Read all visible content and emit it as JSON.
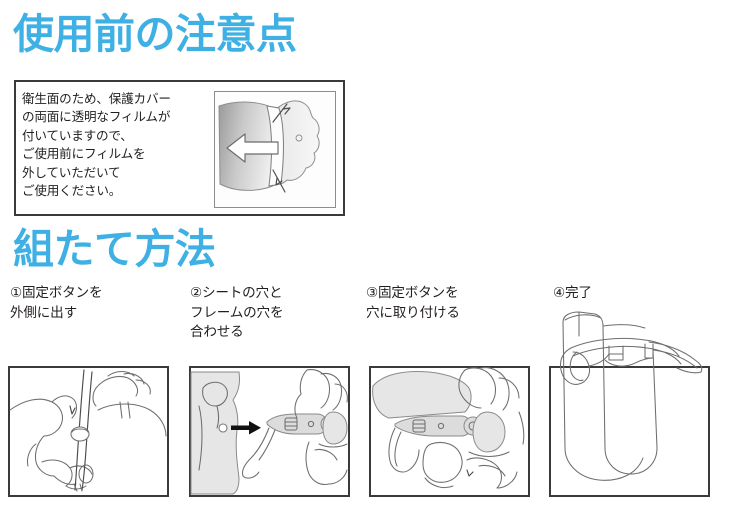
{
  "document": {
    "language": "ja",
    "accent_color": "#3fb0e4",
    "text_color": "#231f20",
    "background_color": "#ffffff"
  },
  "section_precautions": {
    "heading": "使用前の注意点",
    "notice": {
      "lines": [
        "衛生面のため、保護カバー",
        "の両面に透明なフィルムが",
        "付いていますので、",
        "ご使用前にフィルムを",
        "外していただいて",
        "ご使用ください。"
      ],
      "figure_name": "face-shield-peel-film-illustration"
    }
  },
  "section_assembly": {
    "heading": "組たて方法",
    "steps": [
      {
        "marker": "①",
        "lines": [
          "①固定ボタンを",
          "外側に出す"
        ],
        "figure_name": "hands-pulling-fixing-button-illustration"
      },
      {
        "marker": "②",
        "lines": [
          "②シートの穴と",
          "フレームの穴を",
          "合わせる"
        ],
        "figure_name": "aligning-sheet-hole-with-frame-illustration"
      },
      {
        "marker": "③",
        "lines": [
          "③固定ボタンを",
          "穴に取り付ける"
        ],
        "figure_name": "attaching-button-into-hole-illustration"
      },
      {
        "marker": "④",
        "lines": [
          "④完了"
        ],
        "figure_name": "completed-face-shield-illustration"
      }
    ]
  }
}
